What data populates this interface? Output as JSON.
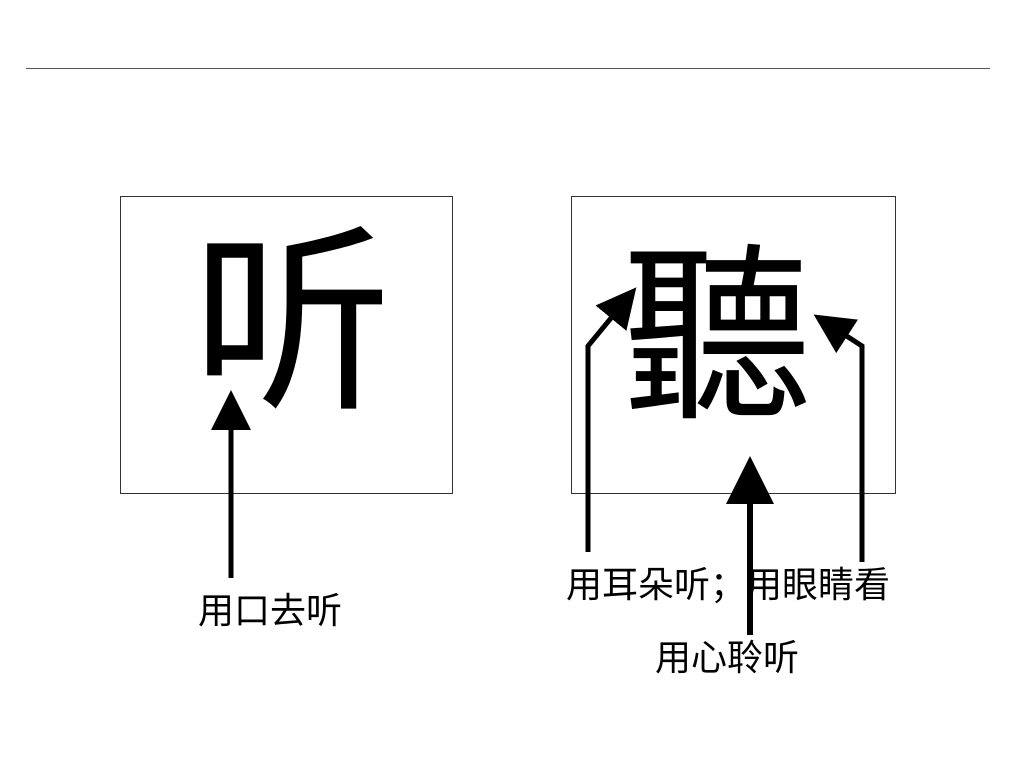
{
  "characters": {
    "simplified": "听",
    "traditional": "聽"
  },
  "labels": {
    "mouth": "用口去听",
    "ear_eye": "用耳朵听；用眼睛看",
    "heart": "用心聆听"
  },
  "colors": {
    "ink": "#000000",
    "rule": "#555555",
    "box_border": "#333333"
  }
}
